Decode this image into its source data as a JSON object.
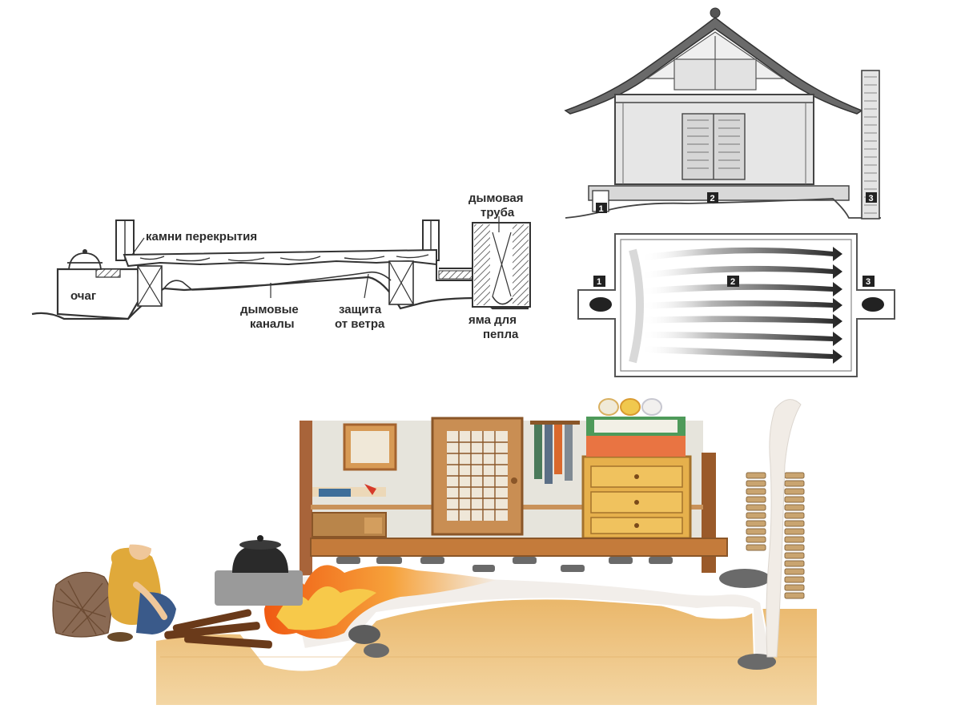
{
  "diagrams": {
    "section_labels": {
      "hearth": "очаг",
      "cover_stones": "камни перекрытия",
      "smoke_channels_1": "дымовые",
      "smoke_channels_2": "каналы",
      "wind_guard_1": "защита",
      "wind_guard_2": "от ветра",
      "chimney_1": "дымовая",
      "chimney_2": "труба",
      "ash_pit_1": "яма для",
      "ash_pit_2": "пепла"
    },
    "house_markers": [
      "1",
      "2",
      "3"
    ],
    "plan_markers": [
      "1",
      "2",
      "3"
    ]
  },
  "colors": {
    "line": "#333333",
    "roof": "#5a5a5a",
    "wall": "#e6e6e6",
    "soil": "#e7b56b",
    "fire": "#f07a1a",
    "smoke": "#f2eeea",
    "wood": "#9a5a2a"
  },
  "icons": [
    "cauldron-icon",
    "person-icon",
    "firewood-icon",
    "fire-icon",
    "chimney-icon",
    "smoke-arrow-icon"
  ]
}
